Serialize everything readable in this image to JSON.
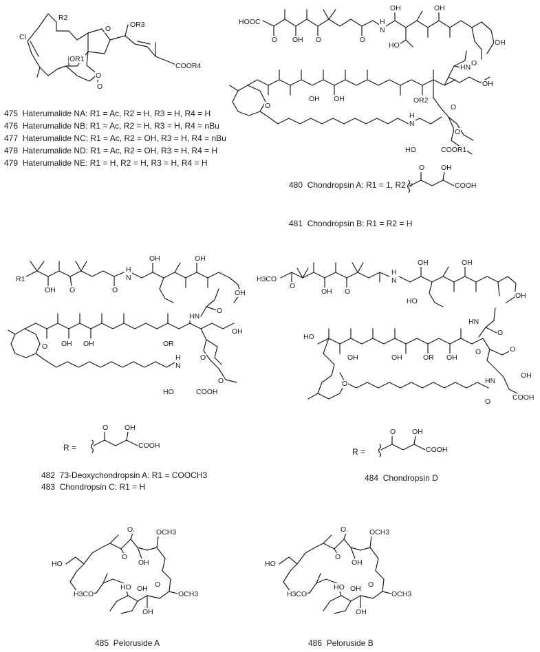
{
  "haterumalides": {
    "atoms": {
      "cl": "Cl",
      "r2": "R2",
      "or3": "OR3",
      "or1": "OR1",
      "o_ring": "O",
      "o_lac": "O",
      "o_co": "O",
      "coor4": "COOR4"
    },
    "entries": [
      {
        "num": "475",
        "name": "Haterumalide NA:",
        "r": "R1 = Ac, R2 = H, R3 = H, R4 = H"
      },
      {
        "num": "476",
        "name": "Haterumalide NB:",
        "r": "R1 = Ac, R2 = H, R3 = H, R4 = nBu"
      },
      {
        "num": "477",
        "name": "Haterumalide NC:",
        "r": "R1 = Ac, R2 = OH, R3 = H, R4 = nBu"
      },
      {
        "num": "478",
        "name": "Haterumalide ND:",
        "r": "R1 = Ac, R2 = OH, R3 = H, R4 = H"
      },
      {
        "num": "479",
        "name": "Haterumalide NE:",
        "r": "R1 = H, R2 = H, R3 = H, R4 = H"
      }
    ]
  },
  "chondropsin_ab": {
    "atoms": {
      "hooc": "HOOC",
      "o1": "O",
      "oh1": "OH",
      "o2": "O",
      "n_h": "N",
      "h": "H",
      "o3": "O",
      "oh2": "OH",
      "oh3": "OH",
      "ho1": "HO",
      "oh4": "OH",
      "hn": "HN",
      "o4": "O",
      "oh5": "OH",
      "oh6": "OH",
      "or2": "OR2",
      "oh7": "OH",
      "o5": "O",
      "o_pyran": "O",
      "n2": "N",
      "h2": "H",
      "o6": "O",
      "ho2": "HO",
      "coor1": "COOR1"
    },
    "r_group": {
      "o": "O",
      "oh": "OH",
      "cooh": "COOH"
    },
    "label_480": {
      "num": "480",
      "name": "Chondropsin A:",
      "r": "R1 = 1, R2 ="
    },
    "label_481": {
      "num": "481",
      "name": "Chondropsin B:",
      "r": "R1 = R2 = H"
    }
  },
  "chondropsin_c": {
    "atoms": {
      "r1": "R1",
      "oh1": "OH",
      "o1": "O",
      "o2": "O",
      "n_h": "N",
      "h": "H",
      "oh2": "OH",
      "oh3": "OH",
      "oh4": "OH",
      "hn": "HN",
      "o3": "O",
      "oh5": "OH",
      "oh6": "OH",
      "or": "OR",
      "oh7": "OH",
      "o4": "O",
      "o_pyran": "O",
      "n2": "N",
      "h2": "H",
      "o5": "O",
      "ho": "HO",
      "cooh": "COOH"
    },
    "r_def": {
      "r": "R =",
      "o": "O",
      "oh": "OH",
      "cooh": "COOH"
    },
    "entries": [
      {
        "num": "482",
        "name": "73-Deoxychondropsin A:",
        "r": "R1 = COOCH3"
      },
      {
        "num": "483",
        "name": "Chondropsin C:",
        "r": "R1 = H"
      }
    ]
  },
  "chondropsin_d": {
    "atoms": {
      "h3co": "H3CO",
      "o1": "O",
      "oh1": "OH",
      "o2": "O",
      "n_h": "N",
      "h": "H",
      "oh2": "OH",
      "oh3": "OH",
      "ho1": "HO",
      "oh4": "OH",
      "hn": "HN",
      "o3": "O",
      "ho2": "HO",
      "oh5": "OH",
      "oh6": "OH",
      "or": "OR",
      "oh7": "OH",
      "o4": "O",
      "o5": "O",
      "hn2": "HN",
      "oh8": "OH",
      "cooh": "COOH",
      "o_pyran": "O",
      "o6": "O"
    },
    "r_def": {
      "r": "R =",
      "o": "O",
      "oh": "OH",
      "cooh": "COOH"
    },
    "label": {
      "num": "484",
      "name": "Chondropsin D"
    }
  },
  "pelorusides": [
    {
      "atoms": {
        "ho": "HO",
        "o1": "O",
        "och3_top": "OCH3",
        "o2": "O",
        "oh1": "OH",
        "h3co": "H3CO",
        "ho2": "HO",
        "oh2": "OH",
        "o_ring": "O",
        "och3": "OCH3",
        "oh3": "OH"
      },
      "label": {
        "num": "485",
        "name": "Peloruside A"
      }
    },
    {
      "atoms": {
        "ho": "HO",
        "o1": "O",
        "och3_top": "OCH3",
        "o2": "O",
        "oh1": "OH",
        "h3co": "H3CO",
        "ho2": "HO",
        "oh2": "OH",
        "o_ring": "O",
        "och3": "OCH3",
        "oh3": "OH"
      },
      "label": {
        "num": "486",
        "name": "Peloruside B"
      }
    }
  ]
}
